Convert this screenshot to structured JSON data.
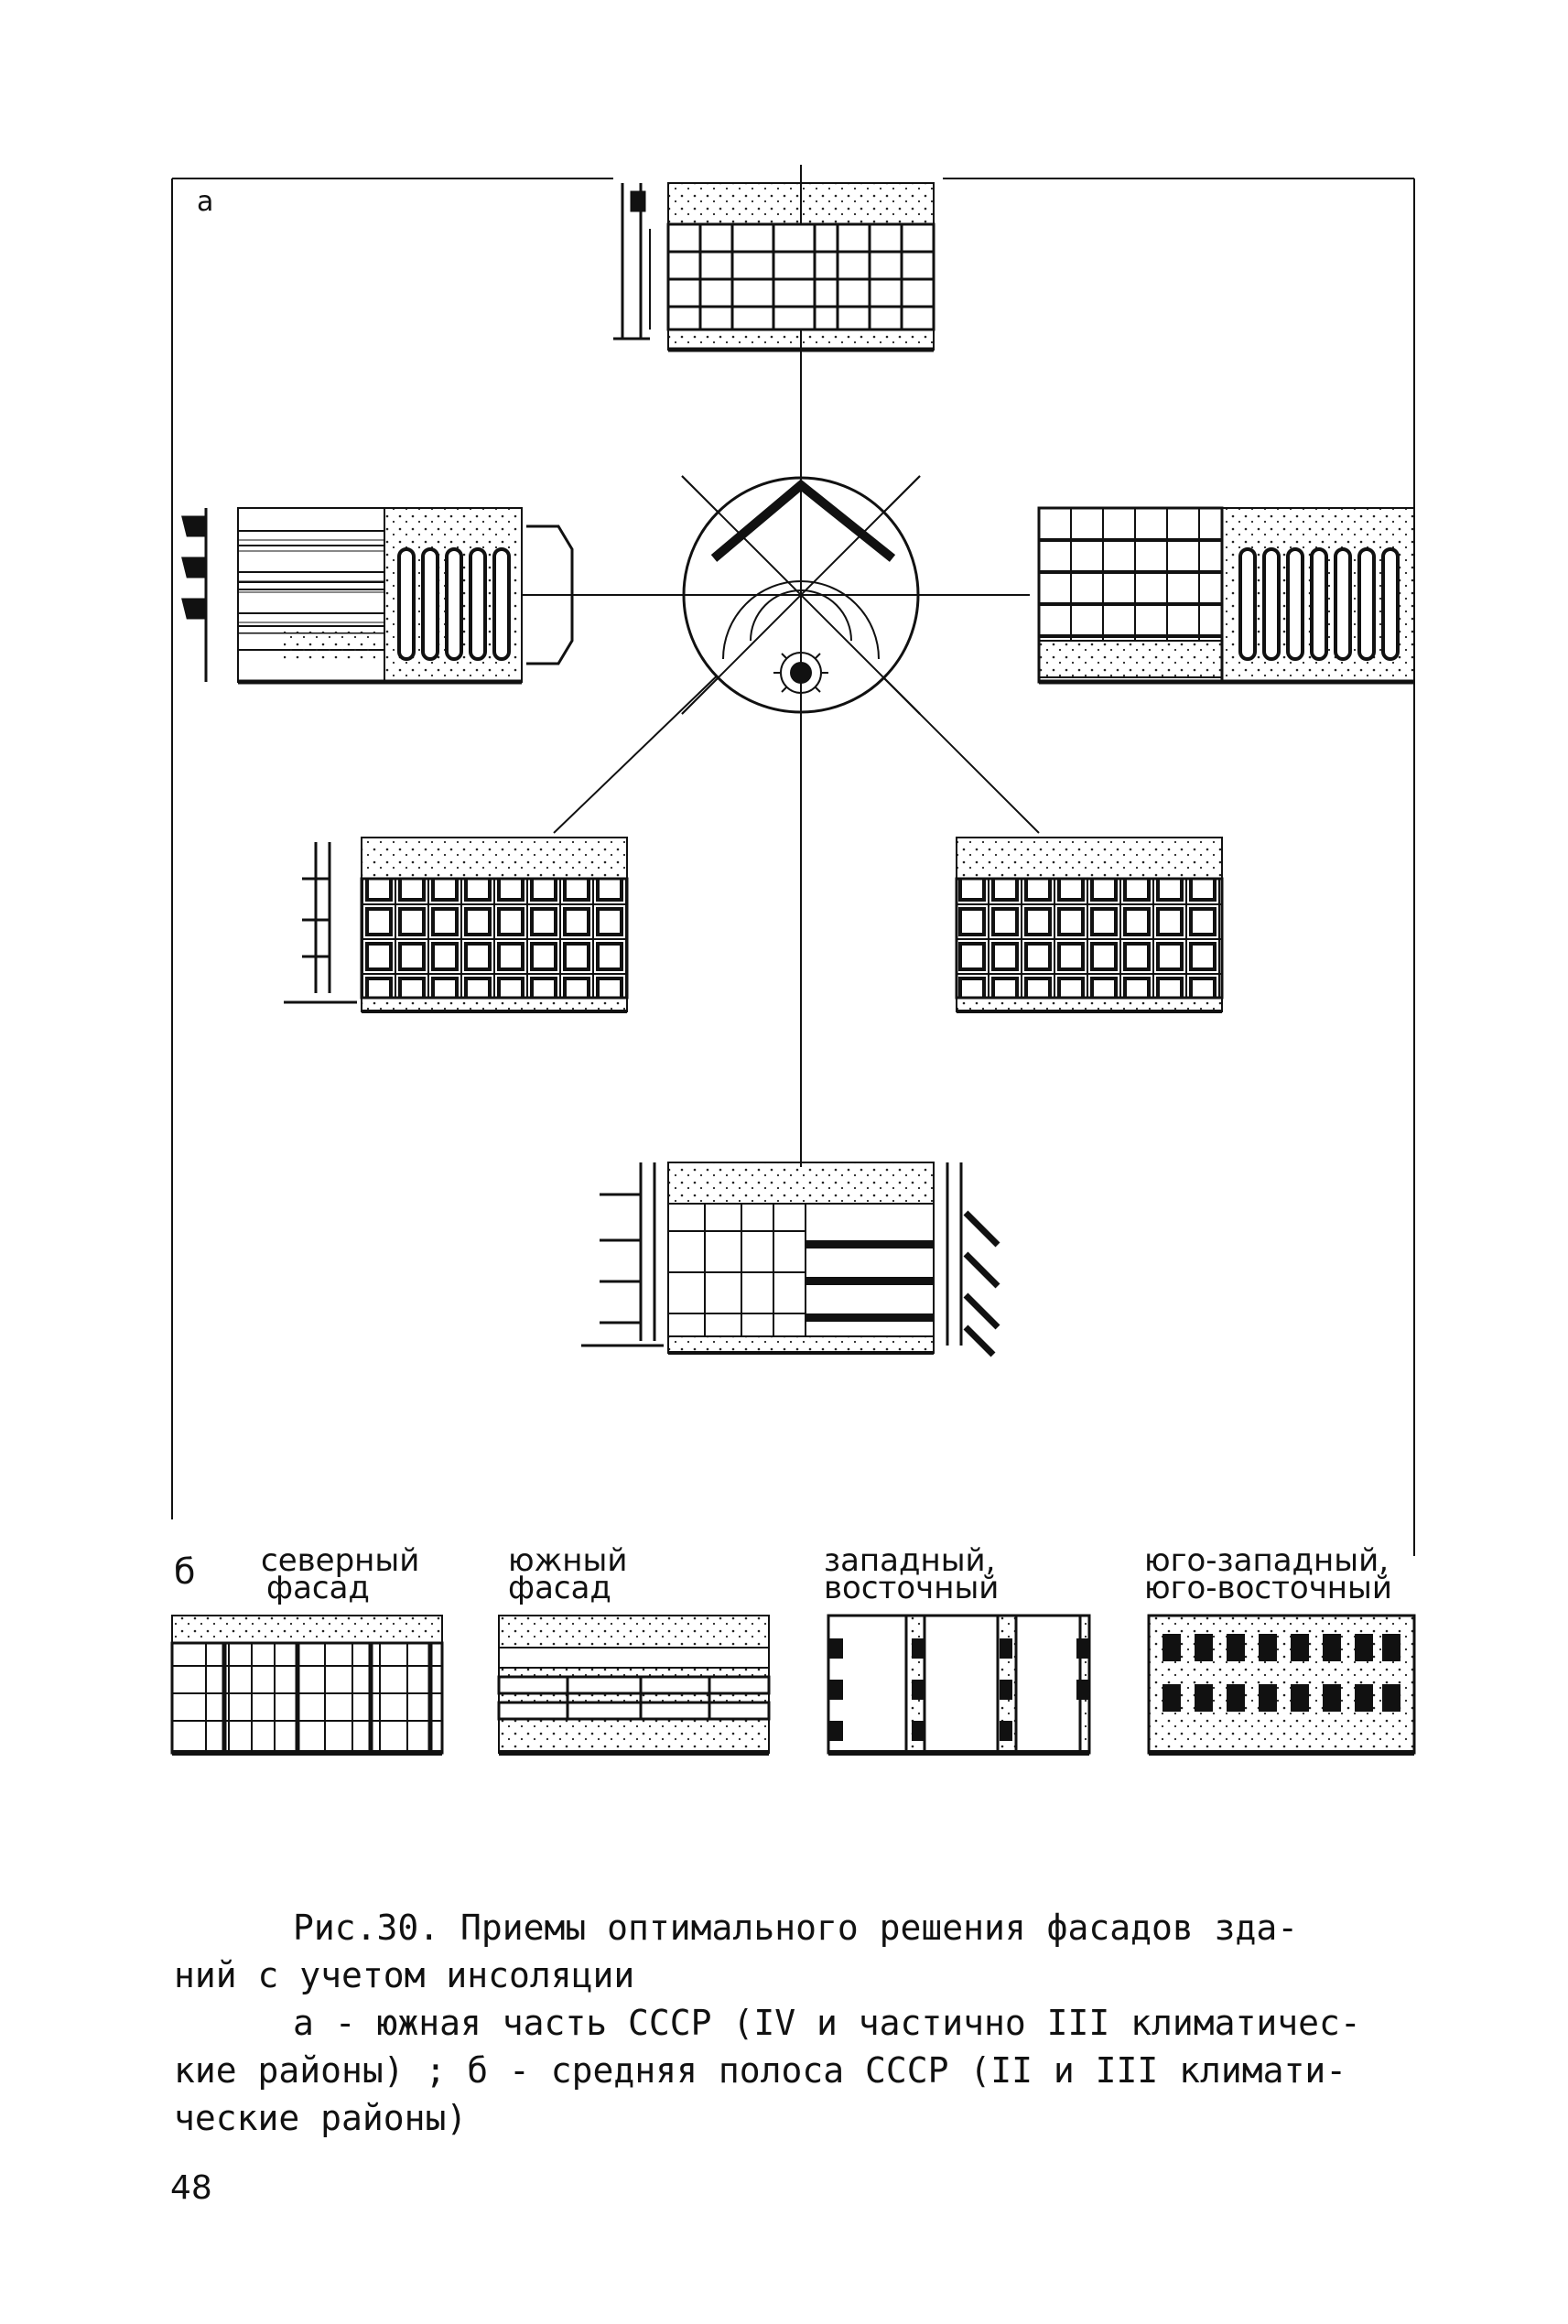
{
  "figure": {
    "panel_a_label": "а",
    "panel_b_label": "б",
    "facades_b": [
      {
        "line1": "северный",
        "line2": "фасад"
      },
      {
        "line1": "южный",
        "line2": "фасад"
      },
      {
        "line1": "западный,",
        "line2": "восточный"
      },
      {
        "line1": "юго-западный,",
        "line2": "юго-восточный"
      }
    ]
  },
  "caption": {
    "line1": "Рис.30. Приемы оптимального решения фасадов  зда-",
    "line2": "ний с учетом инсоляции",
    "line3": "а - южная часть СССР (IV и частично III климатичес-",
    "line4": "кие районы) ; б - средняя полоса СССР   (II и III климати-",
    "line5": "ческие районы)"
  },
  "page_number": "48"
}
